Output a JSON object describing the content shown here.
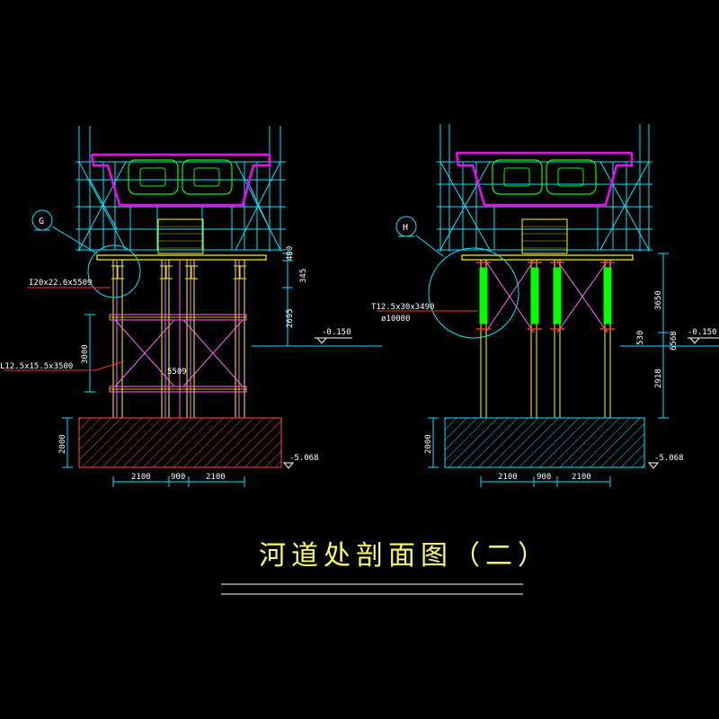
{
  "drawing": {
    "title": "河道处剖面图（二）",
    "colors": {
      "background": "#000000",
      "scaffold": "#00e5ff",
      "deck": "#ff00ff",
      "box_cell": "#00ff00",
      "pier": "#ffff00",
      "brace": "#ff66ff",
      "foundation_left": "#ff5050",
      "foundation_right": "#00e5ff",
      "annotation": "#ffffff",
      "leader": "#ff3030",
      "jack": "#00ff00"
    },
    "left_section": {
      "detail_tag": "G",
      "beam_label": "I20x22.6x5509",
      "brace_label": "L12.5x15.5x3500",
      "span_label": "5509",
      "dim_top": "400",
      "dim_beam": "345",
      "dim_height": "2695",
      "dim_brace": "3000",
      "dim_foundation": "2000",
      "elev_water": "-0.150",
      "elev_bottom": "-5.068",
      "bottom_dims": [
        "2100",
        "900",
        "2100"
      ]
    },
    "right_section": {
      "detail_tag": "H",
      "beam_label_1": "T12.5x30x3490",
      "beam_label_2": "ø10000",
      "dim_upper": "3650",
      "dim_total": "6568",
      "dim_mid": "530",
      "dim_lower": "2918",
      "dim_foundation": "2000",
      "elev_water": "-0.150",
      "elev_bottom": "-5.068",
      "bottom_dims": [
        "2100",
        "900",
        "2100"
      ]
    }
  }
}
